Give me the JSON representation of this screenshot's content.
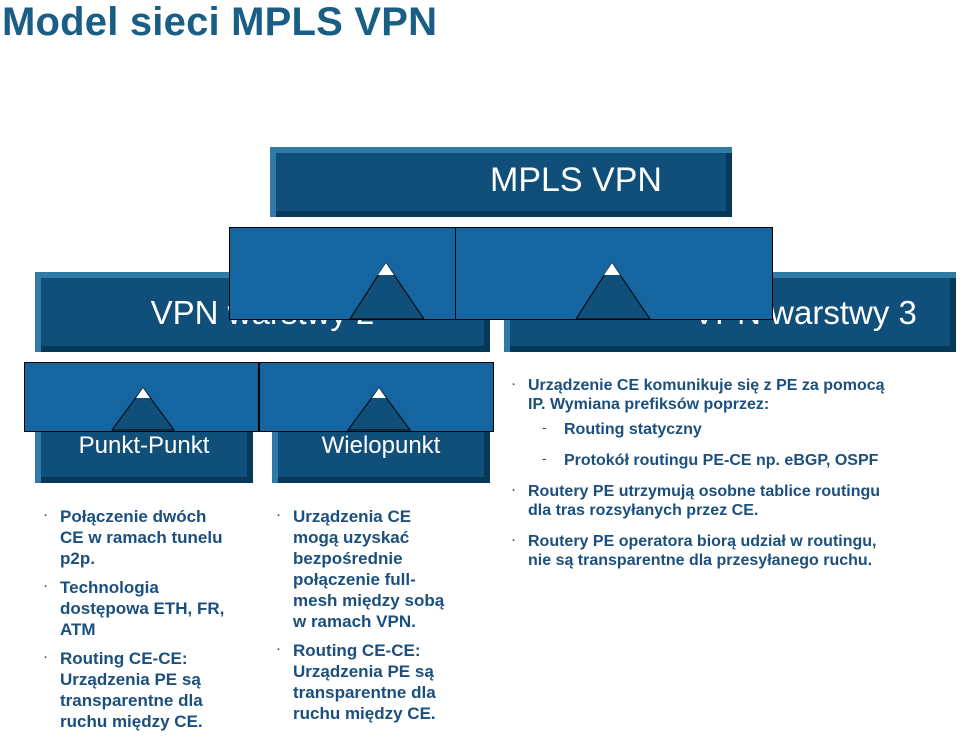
{
  "title": "Model sieci MPLS VPN",
  "boxes": {
    "top": "MPLS VPN",
    "l2": "VPN warstwy 2",
    "l3": "VPN warstwy 3",
    "p2p": "Punkt-Punkt",
    "multi": "Wielopunkt"
  },
  "p2p_bullets": [
    [
      "Połączenie dwóch",
      "CE w ramach tunelu",
      "p2p."
    ],
    [
      "Technologia",
      "dostępowa ETH, FR,",
      "ATM"
    ],
    [
      "Routing CE-CE:",
      "Urządzenia PE są",
      "transparentne dla",
      "ruchu między CE."
    ]
  ],
  "multi_bullets": [
    [
      "Urządzenia CE",
      "mogą uzyskać",
      "bezpośrednie",
      "połączenie full-",
      "mesh między sobą",
      "w ramach VPN."
    ],
    [
      "Routing CE-CE:",
      "Urządzenia PE są",
      "transparentne dla",
      "ruchu między CE."
    ]
  ],
  "l3_bullets": {
    "b1": [
      "Urządzenie CE komunikuje się z PE za pomocą",
      "IP. Wymiana prefiksów poprzez:"
    ],
    "sub1": "Routing statyczny",
    "sub2": "Protokół routingu PE-CE np. eBGP, OSPF",
    "b2": [
      "Routery PE utrzymują osobne tablice routingu",
      "dla tras rozsyłanych przez CE."
    ],
    "b3": [
      "Routery PE operatora biorą udział w routingu,",
      "nie są transparentne dla przesyłanego ruchu."
    ]
  },
  "bullet_glyph": "·",
  "dash_glyph": "-"
}
